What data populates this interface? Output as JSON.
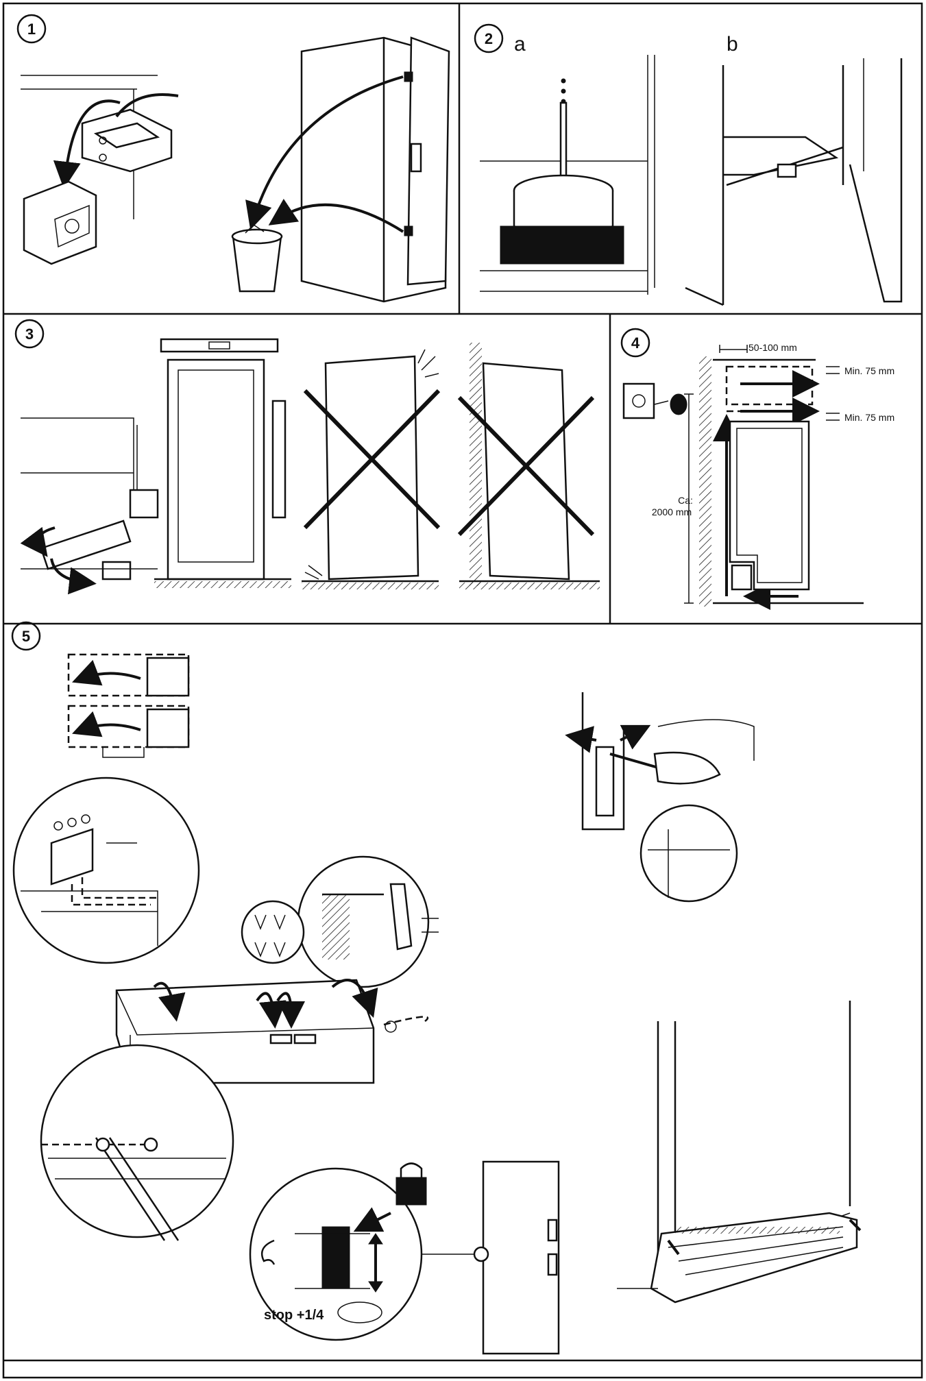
{
  "steps": {
    "s1": {
      "number": "1"
    },
    "s2": {
      "number": "2",
      "sub_a": "a",
      "sub_b": "b"
    },
    "s3": {
      "number": "3"
    },
    "s4": {
      "number": "4",
      "gap_label": "50-100 mm",
      "min_top": "Min. 75 mm",
      "min_mid": "Min. 75 mm",
      "height_line1": "Ca:",
      "height_line2": "2000 mm"
    },
    "s5": {
      "number": "5",
      "stop_label": "stop +1/4"
    }
  },
  "icons": [
    "hinge-icon",
    "waste-bin-icon",
    "compressor-icon",
    "spirit-level-icon",
    "wall-socket-icon",
    "padlock-icon",
    "screwdriver-icon",
    "air-flow-arrow-icon"
  ]
}
